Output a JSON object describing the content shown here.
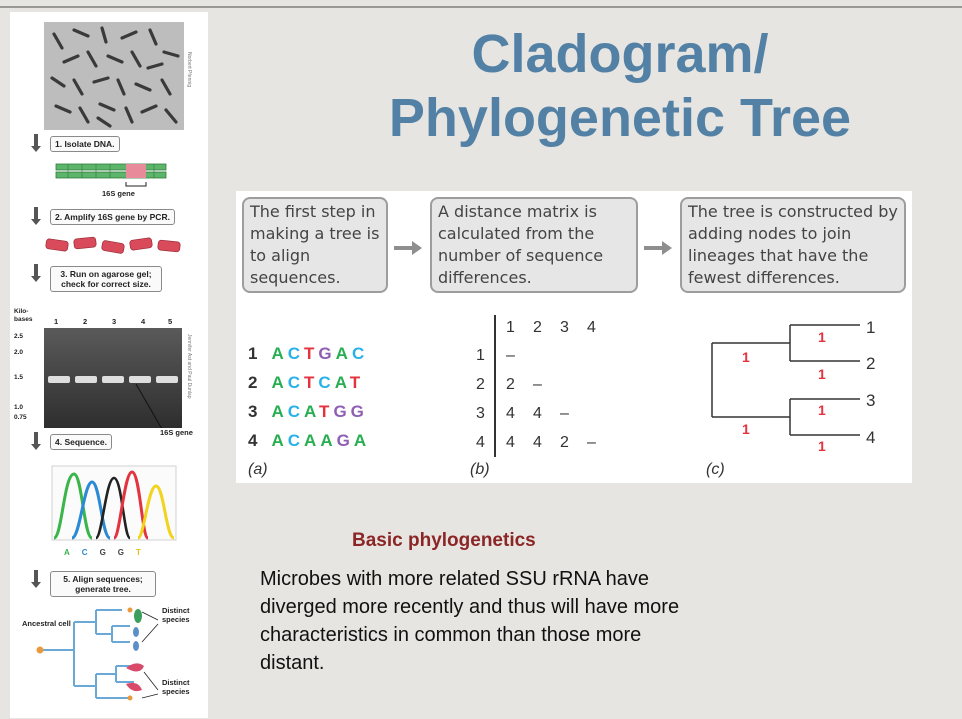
{
  "title_line1": "Cladogram/",
  "title_line2": "Phylogenetic Tree",
  "left_panel": {
    "credit_top": "Norbert Pfennig",
    "credit_gel": "Jennifer Ast and Paul Dunlap",
    "steps": [
      "1. Isolate DNA.",
      "2. Amplify 16S gene by PCR.",
      "3. Run on agarose gel; check for correct size.",
      "4. Sequence.",
      "5. Align sequences; generate tree."
    ],
    "gene_label": "16S gene",
    "gel_ylabel": "Kilo-bases",
    "gel_lanes": [
      "1",
      "2",
      "3",
      "4",
      "5"
    ],
    "gel_ticks": [
      "2.5",
      "2.0",
      "1.5",
      "1.0",
      "0.75"
    ],
    "gel_band_label": "16S gene",
    "chrom_bases": [
      "A",
      "C",
      "G",
      "G",
      "T"
    ],
    "tree_ancestral": "Ancestral cell",
    "tree_distinct_1": "Distinct species",
    "tree_distinct_2": "Distinct species"
  },
  "figure": {
    "captions": [
      "The first step in making a tree is to align sequences.",
      "A distance matrix is calculated from the number of sequence differences.",
      "The tree is constructed by adding nodes to join lineages that have the fewest differences."
    ],
    "sequences": [
      {
        "num": "1",
        "seq": "ACTGAC"
      },
      {
        "num": "2",
        "seq": "ACTCAT"
      },
      {
        "num": "3",
        "seq": "ACATGG"
      },
      {
        "num": "4",
        "seq": "ACAAGA"
      }
    ],
    "matrix": {
      "headers": [
        "1",
        "2",
        "3",
        "4"
      ],
      "rows": [
        {
          "label": "1",
          "cells": [
            "–"
          ]
        },
        {
          "label": "2",
          "cells": [
            "2",
            "–"
          ]
        },
        {
          "label": "3",
          "cells": [
            "4",
            "4",
            "–"
          ]
        },
        {
          "label": "4",
          "cells": [
            "4",
            "4",
            "2",
            "–"
          ]
        }
      ]
    },
    "tree": {
      "leaves": [
        "1",
        "2",
        "3",
        "4"
      ],
      "branch_values": [
        "1",
        "1",
        "1",
        "1",
        "1",
        "1"
      ]
    },
    "panel_labels": [
      "(a)",
      "(b)",
      "(c)"
    ]
  },
  "subtitle": "Basic phylogenetics",
  "body": "Microbes with more related SSU rRNA have diverged more recently and thus will have more characteristics in common than those more distant.",
  "colors": {
    "title": "#5281a5",
    "subtitle": "#8b2627",
    "A": "#27ae50",
    "C": "#29b2e8",
    "G": "#8e5fb4",
    "T": "#e2333f",
    "branch": "#e2333f"
  }
}
